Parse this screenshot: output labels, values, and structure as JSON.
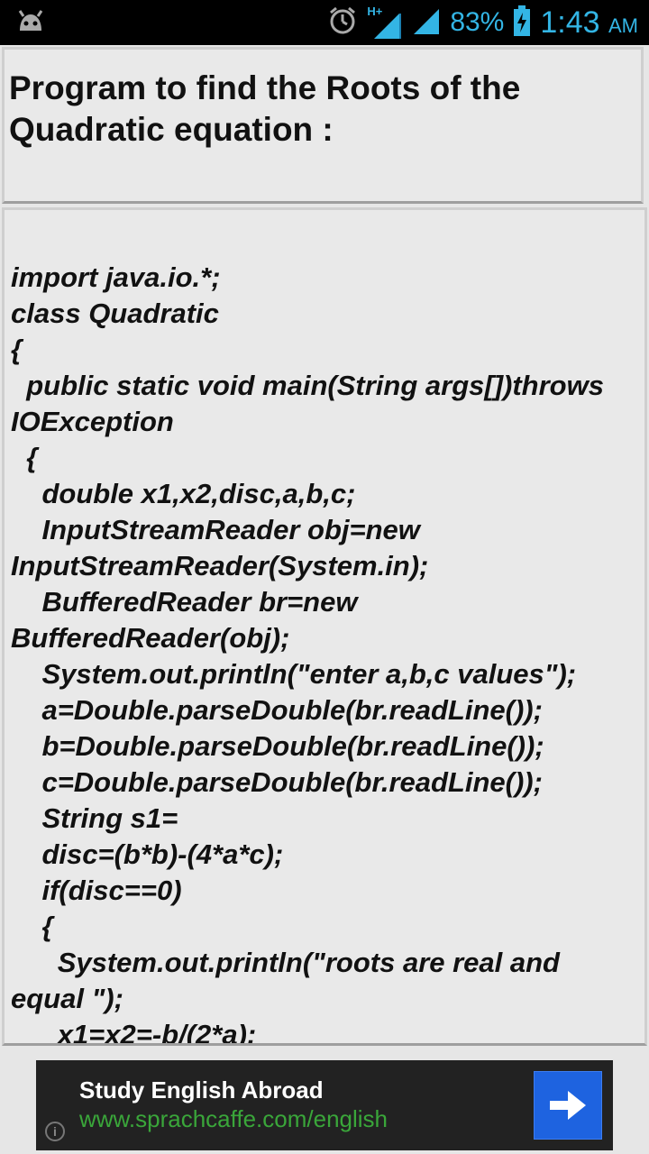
{
  "status_bar": {
    "network": "H+",
    "battery": "83%",
    "time": "1:43",
    "ampm": "AM"
  },
  "title": "Program to find the Roots of the Quadratic equation :",
  "code": "import java.io.*;\nclass Quadratic\n{\n  public static void main(String args[])throws IOException\n  {\n    double x1,x2,disc,a,b,c;\n    InputStreamReader obj=new InputStreamReader(System.in);\n    BufferedReader br=new BufferedReader(obj);\n    System.out.println(\"enter a,b,c values\");\n    a=Double.parseDouble(br.readLine());\n    b=Double.parseDouble(br.readLine());\n    c=Double.parseDouble(br.readLine());\n    String s1=\n    disc=(b*b)-(4*a*c);\n    if(disc==0)\n    {\n      System.out.println(\"roots are real and equal \");\n      x1=x2=-b/(2*a);",
  "ad": {
    "title": "Study English Abroad",
    "url": "www.sprachcaffe.com/english",
    "info_glyph": "i"
  },
  "colors": {
    "status_accent": "#33b5e5",
    "ad_button": "#1e63e0",
    "ad_url": "#3aa63a"
  }
}
